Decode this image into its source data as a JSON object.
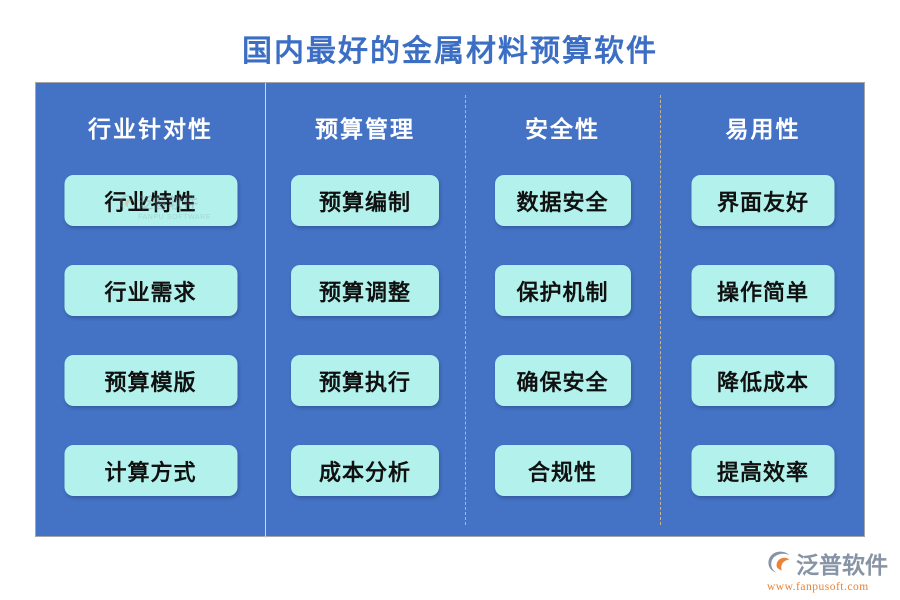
{
  "page": {
    "title": "国内最好的金属材料预算软件",
    "title_color": "#3c6fc4",
    "background_color": "#ffffff"
  },
  "panel": {
    "background_color": "#4472c4",
    "border_color": "#a6a6a6",
    "pill_color": "#b3f2ec",
    "pill_text_color": "#111111",
    "header_text_color": "#ffffff",
    "divider_solid_color": "#cfd8ea",
    "divider_dashed_color": "#c9b48b"
  },
  "columns": [
    {
      "header": "行业针对性",
      "items": [
        {
          "label": "行业特性"
        },
        {
          "label": "行业需求"
        },
        {
          "label": "预算模版"
        },
        {
          "label": "计算方式"
        }
      ]
    },
    {
      "header": "预算管理",
      "items": [
        {
          "label": "预算编制"
        },
        {
          "label": "预算调整"
        },
        {
          "label": "预算执行"
        },
        {
          "label": "成本分析"
        }
      ]
    },
    {
      "header": "安全性",
      "items": [
        {
          "label": "数据安全"
        },
        {
          "label": "保护机制"
        },
        {
          "label": "确保安全"
        },
        {
          "label": "合规性"
        }
      ]
    },
    {
      "header": "易用性",
      "items": [
        {
          "label": "界面友好"
        },
        {
          "label": "操作简单"
        },
        {
          "label": "降低成本"
        },
        {
          "label": "提高效率"
        }
      ]
    }
  ],
  "watermark": {
    "name": "泛普软件",
    "url": "FANPU SOFTWARE",
    "icon": "fanpu-swoosh-icon"
  },
  "logo": {
    "name": "泛普软件",
    "url": "www.fanpusoft.com",
    "icon": "fanpu-swoosh-icon",
    "name_color": "#8794a5",
    "url_color": "#e8833a",
    "accent_color": "#e8833a"
  }
}
